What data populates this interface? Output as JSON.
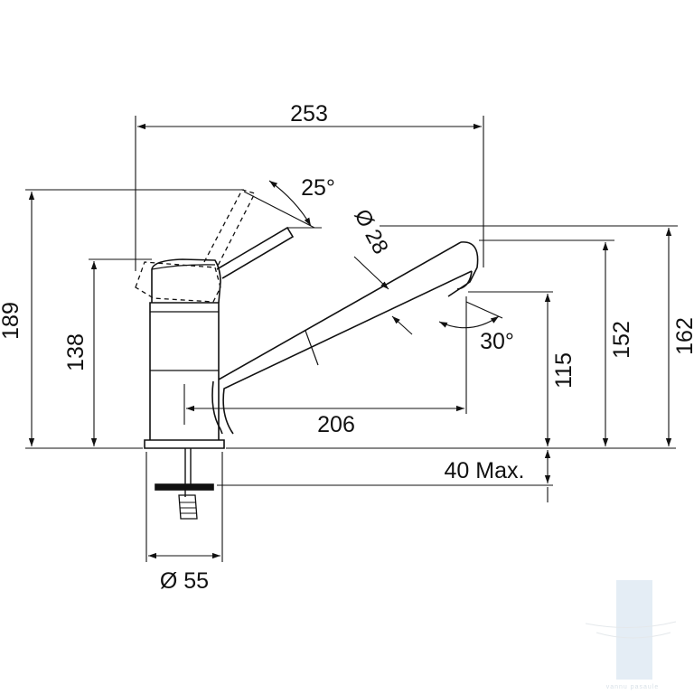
{
  "drawing": {
    "colors": {
      "line": "#111111",
      "background": "#ffffff",
      "watermark": "#cfe0ee"
    },
    "dimensions": {
      "total_width": "253",
      "lever_angle": "25°",
      "spout_diameter": "Ø 28",
      "total_height": "189",
      "body_height": "138",
      "spout_reach": "206",
      "spout_angle": "30°",
      "outlet_height": "115",
      "spout_top_height": "152",
      "max_height": "162",
      "max_deck_thickness": "40 Max.",
      "base_diameter": "Ø 55"
    },
    "watermark": {
      "text": "vannu pasaule"
    }
  }
}
